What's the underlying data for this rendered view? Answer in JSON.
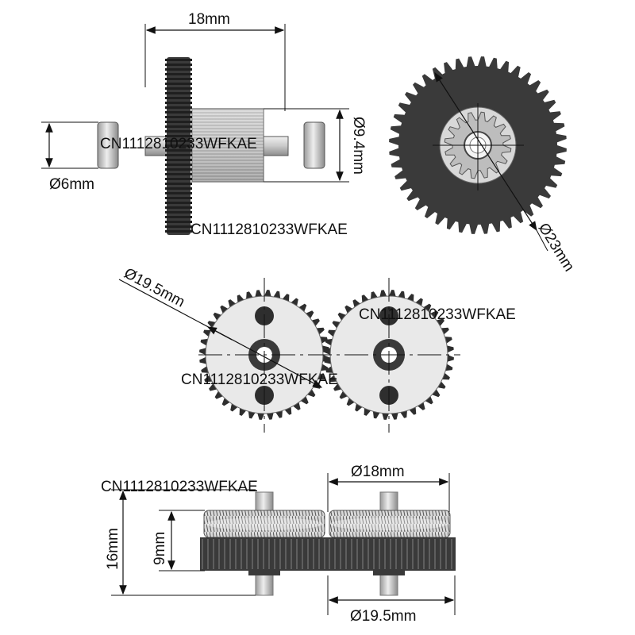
{
  "dimensions": {
    "top_length": "18mm",
    "pulley_diameter": "Ø6mm",
    "gear_body_diameter": "Ø9.4mm",
    "large_gear_diameter": "Ø23mm",
    "drive_gear_diameter": "Ø19.5mm",
    "side_outer_diameter": "Ø18mm",
    "side_gear_diameter": "Ø19.5mm",
    "height_total": "16mm",
    "height_groove": "9mm"
  },
  "watermarks": [
    "CN1112810233WFKAE",
    "CN1112810233WFKAE",
    "CN1112810233WFKAE",
    "CN1112810233WFKAE",
    "CN1112810233WFKAE"
  ],
  "colors": {
    "gear_dark": "#3a3a3a",
    "metal_light": "#d6d6d6",
    "line": "#111111"
  }
}
